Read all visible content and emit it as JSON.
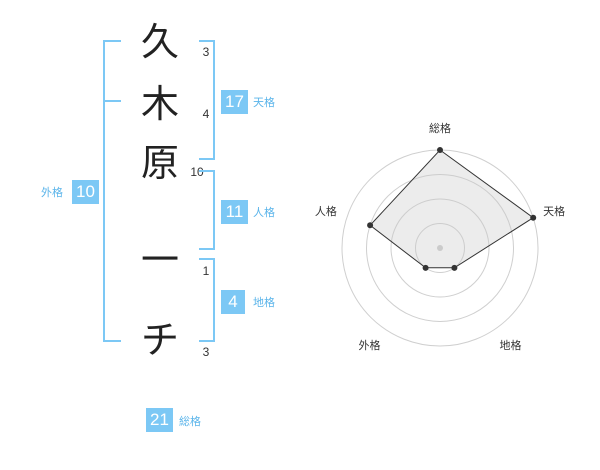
{
  "name": {
    "chars": [
      {
        "char": "久",
        "strokes": "3"
      },
      {
        "char": "木",
        "strokes": "4"
      },
      {
        "char": "原",
        "strokes": "10"
      },
      {
        "char": "一",
        "strokes": "1"
      },
      {
        "char": "チ",
        "strokes": "3"
      }
    ]
  },
  "fortune": {
    "tenkaku": {
      "value": "17",
      "label": "天格"
    },
    "jinkaku": {
      "value": "11",
      "label": "人格"
    },
    "chikaku": {
      "value": "4",
      "label": "地格"
    },
    "gaikaku": {
      "value": "10",
      "label": "外格"
    },
    "soukaku": {
      "value": "21",
      "label": "総格"
    }
  },
  "colors": {
    "accent": "#7cc8f5",
    "label": "#5ab4ea"
  },
  "chart_data": {
    "type": "radar",
    "axes": [
      "総格",
      "天格",
      "地格",
      "外格",
      "人格"
    ],
    "levels": 4,
    "values": [
      4,
      4,
      1,
      1,
      3
    ],
    "max": 4
  }
}
